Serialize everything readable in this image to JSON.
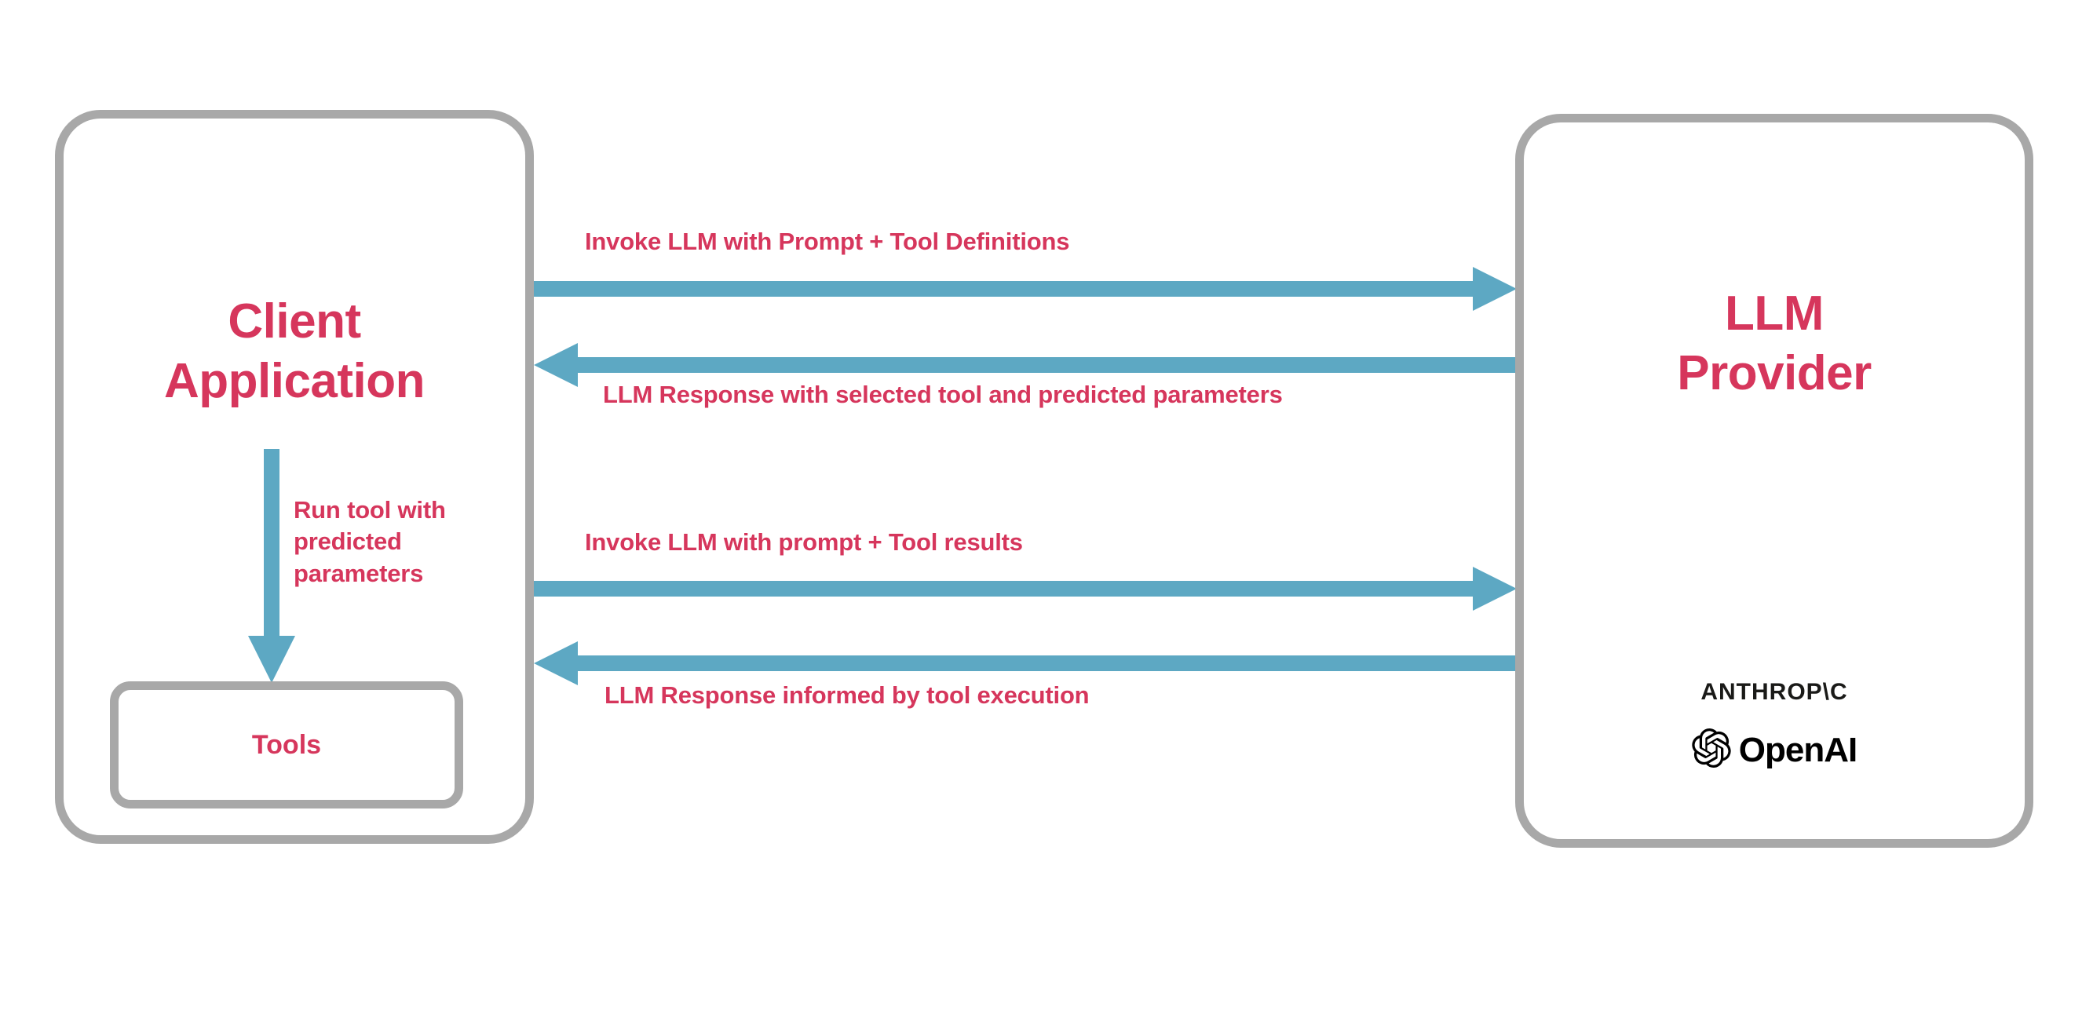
{
  "diagram": {
    "title": "LLM tool-calling sequence between a client application and an LLM provider",
    "colors": {
      "accent_pink": "#d6365c",
      "arrow_blue": "#5da8c3",
      "box_border_gray": "#a8a8a8",
      "logo_black": "#1a1a18",
      "background": "#ffffff"
    },
    "nodes": {
      "client": {
        "label": "Client\nApplication",
        "inner": {
          "tools_label": "Tools"
        }
      },
      "provider": {
        "label": "LLM\nProvider",
        "vendors": [
          {
            "name": "anthropic",
            "wordmark": "ANTHROP\\C"
          },
          {
            "name": "openai",
            "wordmark": "OpenAI",
            "icon": "openai-swirl-icon"
          }
        ]
      }
    },
    "edges": [
      {
        "id": "invoke-1",
        "label": "Invoke LLM with Prompt + Tool Definitions",
        "direction": "right",
        "from": "client",
        "to": "provider"
      },
      {
        "id": "response-1",
        "label": "LLM Response with selected tool and predicted parameters",
        "direction": "left",
        "from": "provider",
        "to": "client"
      },
      {
        "id": "run-tool",
        "label": "Run tool with\npredicted\nparameters",
        "direction": "down",
        "from": "client",
        "to": "tools"
      },
      {
        "id": "invoke-2",
        "label": "Invoke LLM with prompt + Tool results",
        "direction": "right",
        "from": "client",
        "to": "provider"
      },
      {
        "id": "response-2",
        "label": "LLM Response informed by tool execution",
        "direction": "left",
        "from": "provider",
        "to": "client"
      }
    ]
  }
}
